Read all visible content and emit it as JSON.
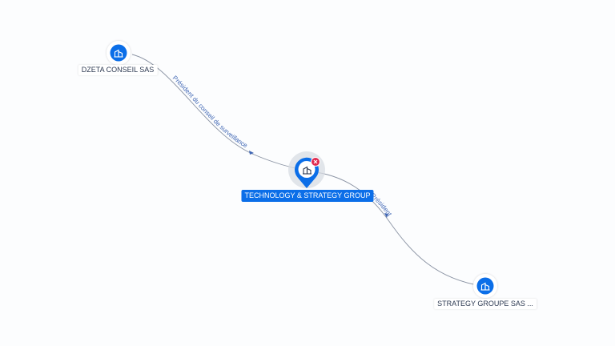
{
  "nodes": [
    {
      "id": "dzeta",
      "label": "DZETA CONSEIL SAS",
      "icon": "company-icon"
    },
    {
      "id": "tsg",
      "label": "TECHNOLOGY & STRATEGY GROUP",
      "icon": "company-icon",
      "focus": true,
      "badge_icon": "close-icon"
    },
    {
      "id": "sgs",
      "label": "STRATEGY GROUPE SAS ...",
      "icon": "company-icon"
    }
  ],
  "edges": [
    {
      "from": "dzeta",
      "to": "tsg",
      "label": "Président du conseil de surveillance"
    },
    {
      "from": "tsg",
      "to": "sgs",
      "label": "Président"
    }
  ],
  "colors": {
    "accent": "#0b6ee8",
    "edge": "#8a93a3",
    "edge_label": "#3f66b4",
    "badge": "#e0294f"
  }
}
